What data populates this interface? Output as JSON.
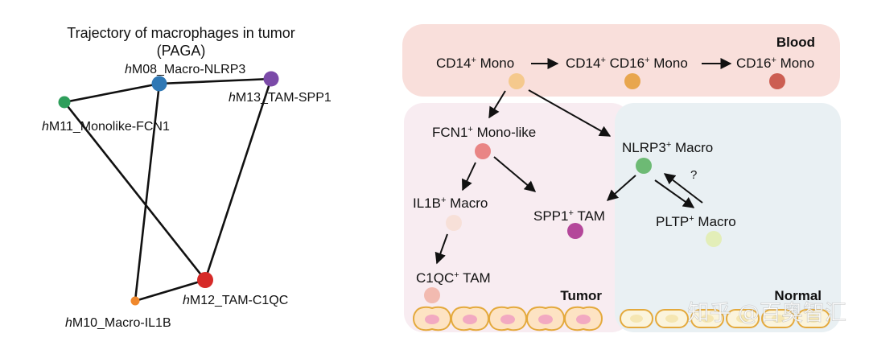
{
  "left_panel": {
    "title_line1": "Trajectory of macrophages in tumor",
    "title_line2": "(PAGA)",
    "nodes": [
      {
        "id": "hM08",
        "prefix": "h",
        "label": "M08_Macro-NLRP3",
        "color": "#2f78b5"
      },
      {
        "id": "hM13",
        "prefix": "h",
        "label": "M13_TAM-SPP1",
        "color": "#7b4aa8"
      },
      {
        "id": "hM11",
        "prefix": "h",
        "label": "M11_Monolike-FCN1",
        "color": "#2e9e5b"
      },
      {
        "id": "hM12",
        "prefix": "h",
        "label": "M12_TAM-C1QC",
        "color": "#d62a28"
      },
      {
        "id": "hM10",
        "prefix": "h",
        "label": "M10_Macro-IL1B",
        "color": "#f0882c"
      }
    ]
  },
  "right_panel": {
    "regions": {
      "blood": "Blood",
      "tumor": "Tumor",
      "normal": "Normal"
    },
    "cells": {
      "cd14_mono": {
        "base": "CD14",
        "sup": "+",
        "rest": " Mono",
        "color": "#f5c98d"
      },
      "cd14_cd16_mono": {
        "base": "CD14",
        "sup": "+",
        "mid": " CD16",
        "sup2": "+",
        "rest": " Mono",
        "color": "#e8a64e"
      },
      "cd16_mono": {
        "base": "CD16",
        "sup": "+",
        "rest": " Mono",
        "color": "#cc5e52"
      },
      "fcn1_monolike": {
        "base": "FCN1",
        "sup": "+",
        "rest": " Mono-like",
        "color": "#e98585"
      },
      "nlrp3_macro": {
        "base": "NLRP3",
        "sup": "+",
        "rest": " Macro",
        "color": "#6dba74"
      },
      "il1b_macro": {
        "base": "IL1B",
        "sup": "+",
        "rest": " Macro",
        "color": "#f7e0d8"
      },
      "spp1_tam": {
        "base": "SPP1",
        "sup": "+",
        "rest": " TAM",
        "color": "#b4479a"
      },
      "pltp_macro": {
        "base": "PLTP",
        "sup": "+",
        "rest": " Macro",
        "color": "#e3eeb8"
      },
      "c1qc_tam": {
        "base": "C1QC",
        "sup": "+",
        "rest": " TAM",
        "color": "#f2bab0"
      }
    },
    "question_mark": "?",
    "watermark": "知乎 @百奥智汇"
  },
  "colors": {
    "blood_bg": "#f9dfdb",
    "tumor_bg": "#f8ecf1",
    "normal_bg": "#e9f0f3",
    "tumor_cell_fill": "#fde3c3",
    "tumor_cell_nucleus": "#f2a9c1",
    "cell_outline": "#e4a93c",
    "normal_cell_fill": "#fbf4dc",
    "normal_cell_nucleus": "#f5e6b2"
  }
}
